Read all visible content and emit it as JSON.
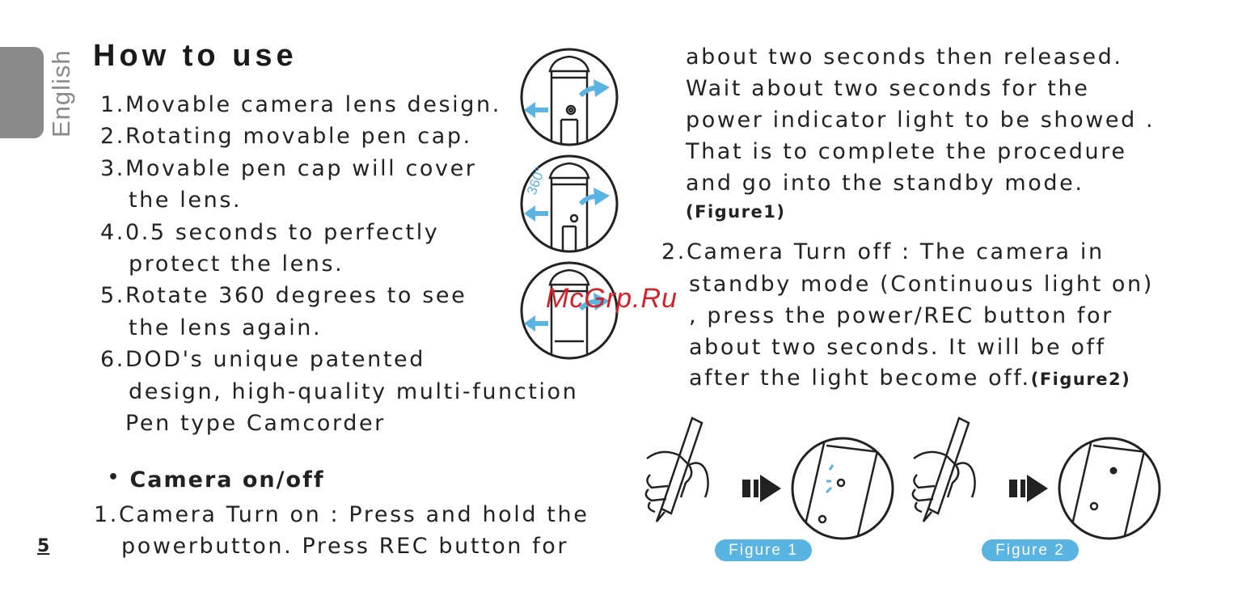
{
  "sidebar": {
    "language_label": "English"
  },
  "page": {
    "title": "How to use",
    "page_number": "5"
  },
  "features": [
    [
      "1.Movable camera lens  design."
    ],
    [
      "2.Rotating movable pen cap."
    ],
    [
      "3.Movable pen cap will cover",
      "the lens."
    ],
    [
      "4.0.5 seconds to perfectly",
      "protect the lens."
    ],
    [
      "5.Rotate 360 degrees to see",
      "the lens again."
    ],
    [
      "6.DOD's unique patented",
      "design, high-quality multi-function",
      "Pen type Camcorder"
    ]
  ],
  "camera_section": {
    "heading": "Camera on/off",
    "turn_on_lines": [
      "1.Camera Turn on : Press and hold  the",
      "powerbutton. Press  REC button for"
    ]
  },
  "right_column": {
    "turn_on_cont": [
      "about two seconds then released.",
      "Wait about two seconds for the",
      "power indicator light to be showed .",
      "That is to complete the procedure",
      "and go into the standby mode."
    ],
    "figure1_ref": "(Figure1)",
    "turn_off_lines": [
      "2.Camera Turn off : The camera in",
      "standby mode (Continuous light on)",
      ", press the power/REC button for",
      "about two seconds. It will be off",
      "after the light become off."
    ],
    "figure2_ref": "(Figure2)"
  },
  "illustration": {
    "rotation_label": "360°"
  },
  "figures": {
    "figure1_label": "Figure 1",
    "figure2_label": "Figure 2"
  },
  "watermark": "McGrp.Ru",
  "colors": {
    "accent_blue": "#5ab4e2",
    "tab_gray": "#8a8a8a",
    "watermark_red": "#d3212a"
  }
}
